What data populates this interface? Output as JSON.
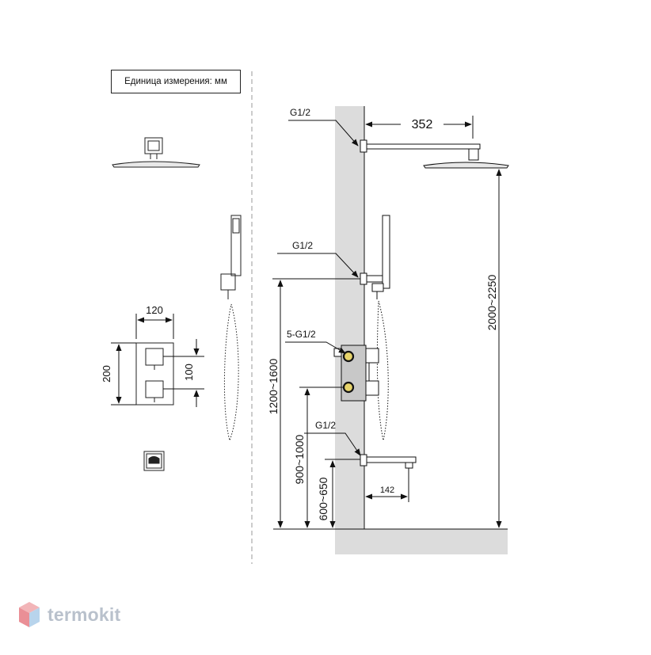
{
  "unit_label": "Единица измерения: мм",
  "dimensions": {
    "shower_arm_length": "352",
    "thread_head": "G1/2",
    "thread_hand": "G1/2",
    "thread_valve": "5-G1/2",
    "thread_spout": "G1/2",
    "head_height": "2000~2250",
    "hand_height": "1200~1600",
    "valve_height": "900~1000",
    "spout_height": "600~650",
    "spout_length": "142",
    "panel_width": "120",
    "panel_height": "200",
    "handle_spacing": "100"
  },
  "brand": {
    "name": "termokit",
    "colors": {
      "logo_text": "#b9c1cc",
      "logo_top": "#f2b5b8",
      "logo_left": "#ea8f96",
      "logo_right": "#b8d4ec",
      "wall": "#dcdcdc"
    }
  }
}
